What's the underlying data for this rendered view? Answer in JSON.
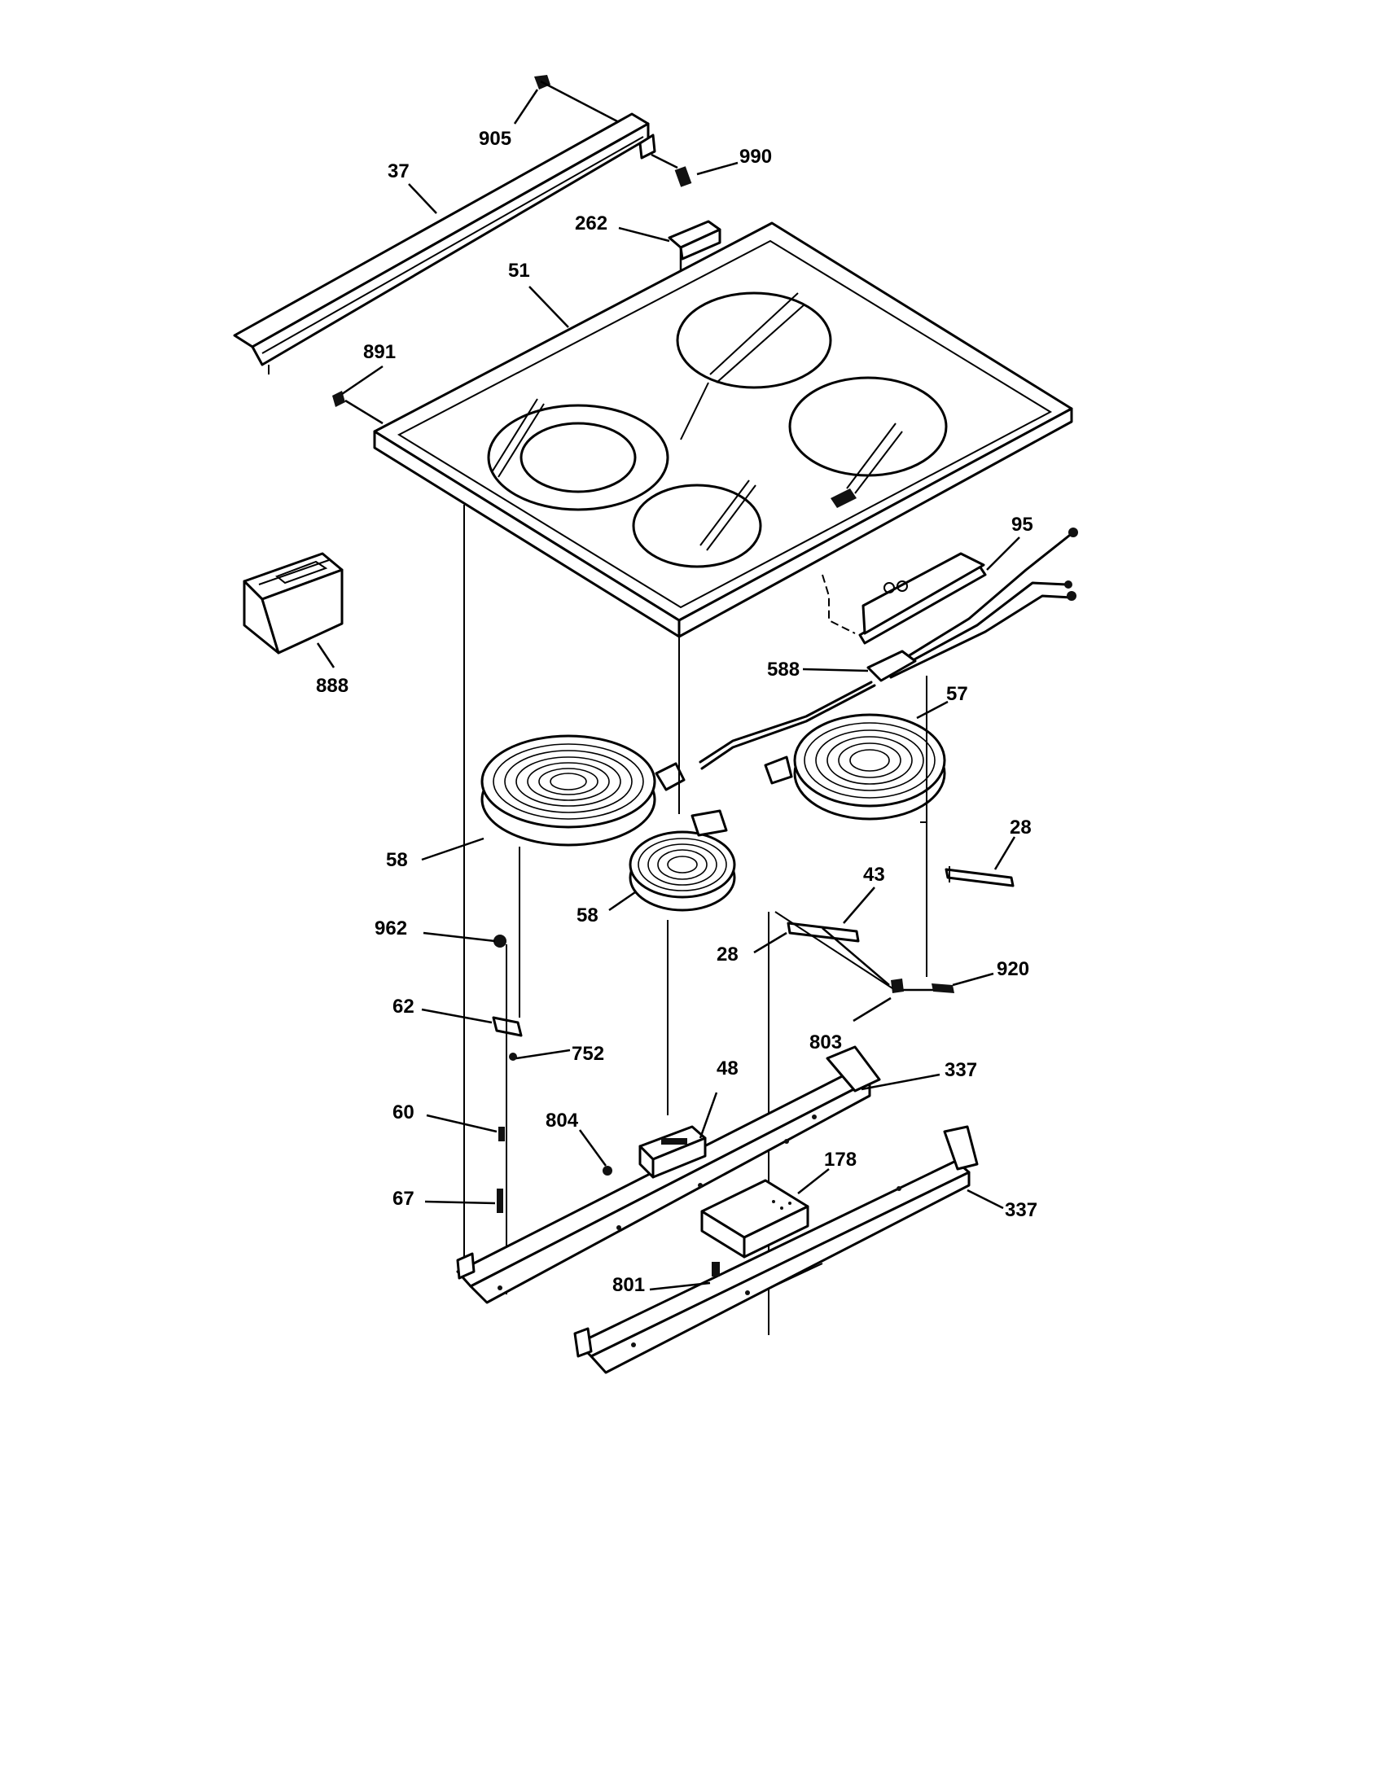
{
  "labels": {
    "p905": "905",
    "p990": "990",
    "p37": "37",
    "p262": "262",
    "p51": "51",
    "p891": "891",
    "p95": "95",
    "p888": "888",
    "p588": "588",
    "p57": "57",
    "p58a": "58",
    "p58b": "58",
    "p28a": "28",
    "p43": "43",
    "p28b": "28",
    "p920": "920",
    "p962": "962",
    "p62": "62",
    "p752": "752",
    "p803": "803",
    "p60": "60",
    "p804": "804",
    "p48": "48",
    "p337a": "337",
    "p178": "178",
    "p67": "67",
    "p337b": "337",
    "p801": "801"
  }
}
